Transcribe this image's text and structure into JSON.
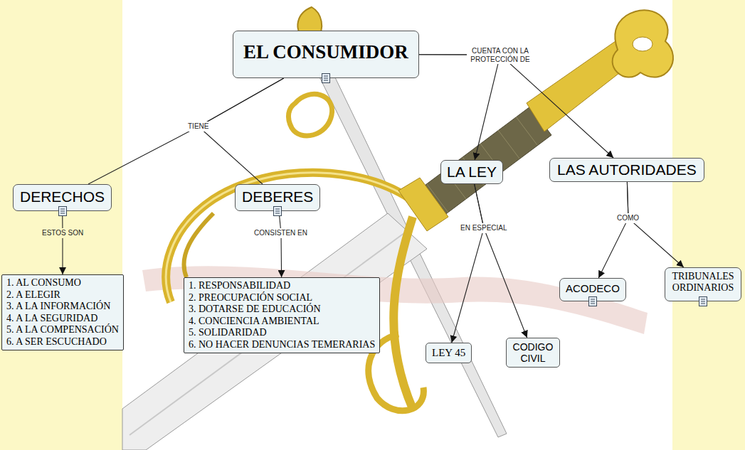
{
  "diagram": {
    "nodes": [
      {
        "text": [
          "EL CONSUMIDOR"
        ]
      },
      {
        "text": [
          "LA LEY"
        ]
      },
      {
        "text": [
          "LAS AUTORIDADES"
        ]
      },
      {
        "text": [
          "DERECHOS"
        ]
      },
      {
        "text": [
          "DEBERES"
        ]
      },
      {
        "text": [
          "1. AL CONSUMO",
          "2. A ELEGIR",
          "3. A LA INFORMACIÓN",
          "4. A LA SEGURIDAD",
          "5. A LA COMPENSACIÓN",
          "6. A SER ESCUCHADO"
        ]
      },
      {
        "text": [
          "1. RESPONSABILIDAD",
          "2. PREOCUPACIÓN SOCIAL",
          "3. DOTARSE DE EDUCACIÓN",
          "4. CONCIENCIA AMBIENTAL",
          "5. SOLIDARIDAD",
          "6. NO HACER DENUNCIAS TEMERARIAS"
        ]
      },
      {
        "text": [
          "ACODECO"
        ]
      },
      {
        "text": [
          "TRIBUNALES ORDINARIOS"
        ]
      },
      {
        "text": [
          "LEY 45"
        ]
      },
      {
        "text": [
          "CODIGO CIVIL"
        ]
      }
    ],
    "edges": [
      {
        "from": 0,
        "to": 3,
        "label": "TIENE",
        "arrow": "none"
      },
      {
        "from": 0,
        "to": 4,
        "arrow": "none"
      },
      {
        "from": 0,
        "to": 1,
        "label": "CUENTA CON LA PROTECCIÓN DE",
        "arrow": "to"
      },
      {
        "from": 0,
        "to": 2,
        "arrow": "to"
      },
      {
        "from": 3,
        "to": 5,
        "label": "ESTOS SON",
        "arrow": "to"
      },
      {
        "from": 4,
        "to": 6,
        "label": "CONSISTEN EN",
        "arrow": "to"
      },
      {
        "from": 1,
        "to": 9,
        "label": "EN ESPECIAL",
        "arrow": "to"
      },
      {
        "from": 1,
        "to": 10,
        "arrow": "to"
      },
      {
        "from": 2,
        "to": 7,
        "label": "COMO",
        "arrow": "to"
      },
      {
        "from": 2,
        "to": 8,
        "arrow": "to"
      }
    ]
  }
}
